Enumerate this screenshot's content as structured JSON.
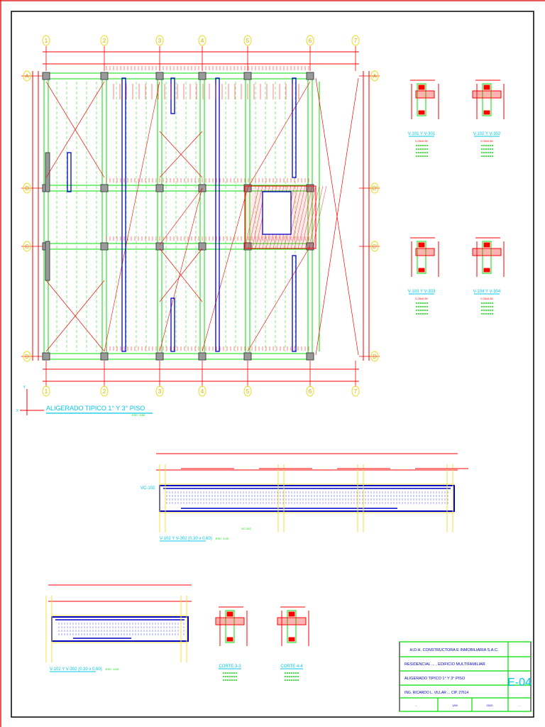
{
  "grid": {
    "columns": [
      "1",
      "2",
      "3",
      "4",
      "5",
      "6",
      "7"
    ],
    "rows": [
      "A",
      "B",
      "C",
      "D"
    ],
    "rows_right": [
      "A",
      "B'",
      "C'",
      "D"
    ]
  },
  "plan": {
    "title": "ALIGERADO TIPICO 1° Y 3° PISO",
    "scale": "ESC. 1/50",
    "axis_x": "X",
    "axis_y": "Y"
  },
  "sections": [
    {
      "title": "V-101 Y V-301",
      "size": "0.25x0.50"
    },
    {
      "title": "V-102 Y V-302",
      "size": "0.30x0.60"
    },
    {
      "title": "V-103 Y V-303",
      "size": "0.25x0.50"
    },
    {
      "title": "V-104 Y V-304",
      "size": "0.25x0.50"
    }
  ],
  "elevation1": {
    "title": "V-102 Y V-302 (0.30 x 0.60)",
    "scale": "ESC. 1/25",
    "ref_beam": "VC-102"
  },
  "elevation2": {
    "title": "V-102 Y V-302 (0.30 x 0.60)",
    "scale": "ESC. 1/25"
  },
  "cuts": [
    {
      "title": "CORTE 3-3"
    },
    {
      "title": "CORTE 4-4"
    }
  ],
  "title_block": {
    "company": "H.D.H. CONSTRUCTORA E INMOBILIARIA S.A.C.",
    "project": "RESIDENCIAL ... , EDIFICIO MULTIFAMILIAR",
    "sheet_title": "ALIGERADO TIPICO 1° Y 3° PISO",
    "engineer": "ING. RICARDO L. VILLAR ... CIP. 27614",
    "sheet_number": "E-04",
    "scale": "1/50",
    "date": "2020",
    "drawn": "...",
    "code": "..."
  },
  "colors": {
    "red": "#ff0000",
    "green": "#00e000",
    "blue": "#0000c8",
    "yellow": "#f0e040",
    "cyan": "#00c8e8",
    "frame": "#000000"
  }
}
